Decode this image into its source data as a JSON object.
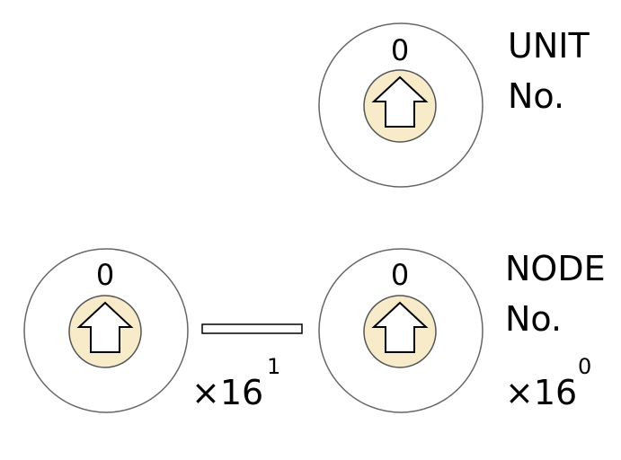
{
  "colors": {
    "ring_stroke": "#666666",
    "knob_fill": "#f7ebc9",
    "arrow_fill": "#ffffff",
    "line": "#000000"
  },
  "unit": {
    "label_line1": "UNIT",
    "label_line2": "No.",
    "dial_value": "0"
  },
  "node": {
    "label_line1": "NODE",
    "label_line2": "No.",
    "dial_high_value": "0",
    "dial_low_value": "0",
    "multiplier_high": "×16",
    "exponent_high": "1",
    "multiplier_low": "×16",
    "exponent_low": "0"
  }
}
